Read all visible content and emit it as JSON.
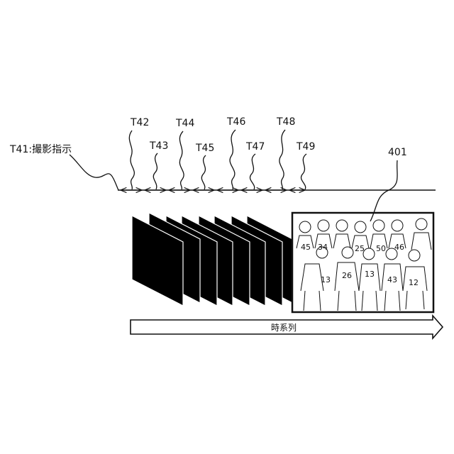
{
  "diagram": {
    "trigger_label": "T41:撮影指示",
    "timing_labels": [
      "T42",
      "T43",
      "T44",
      "T45",
      "T46",
      "T47",
      "T48",
      "T49"
    ],
    "image_ref": "401",
    "arrow_label": "時系列",
    "frame_count": 8,
    "jersey_numbers": [
      "45",
      "34",
      "25",
      "50",
      "46",
      "13",
      "26",
      "13",
      "43",
      "12"
    ]
  }
}
